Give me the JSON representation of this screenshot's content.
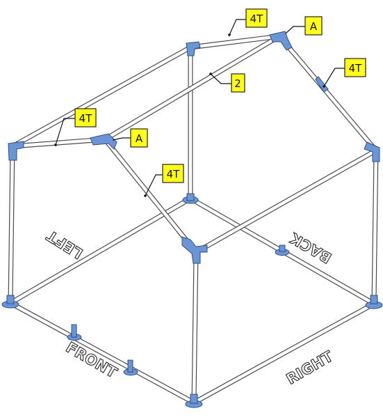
{
  "callouts": {
    "top_4t": "4T",
    "top_a": "A",
    "right_4t": "4T",
    "mid_2": "2",
    "left_4t": "4T",
    "front_a": "A",
    "rafter_4t": "4T"
  },
  "sides": {
    "left": "LEFT",
    "back": "BACK",
    "front": "FRONT",
    "right": "RIGHT"
  },
  "colors": {
    "connector": "#6b95d4",
    "callout_fill": "#ffff1a",
    "pipe_outline": "#4a4a4a"
  }
}
